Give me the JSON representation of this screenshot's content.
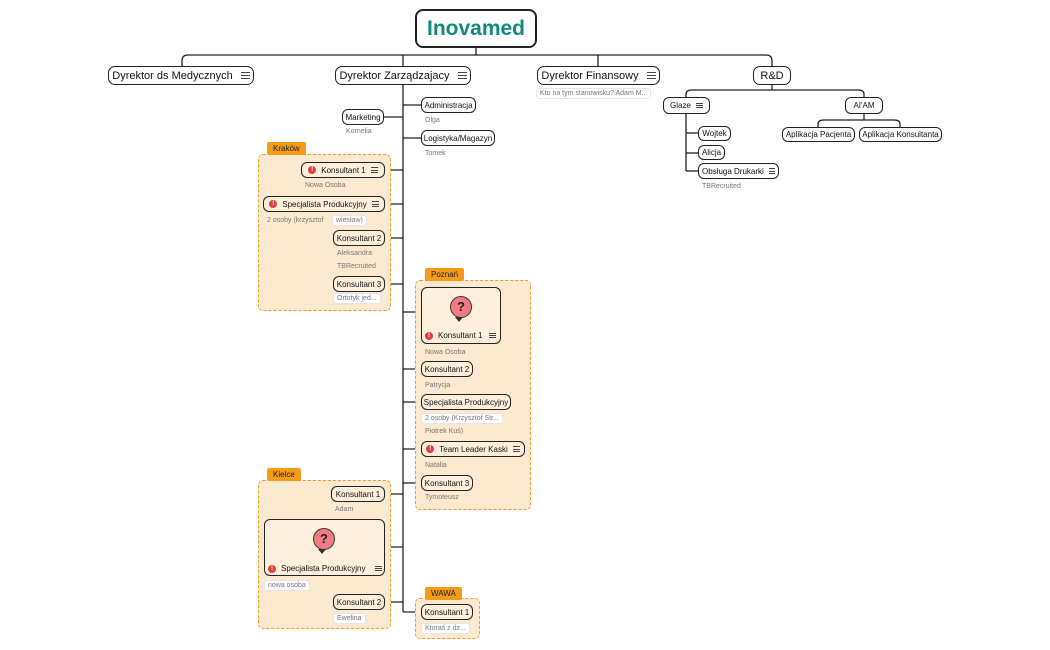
{
  "root": {
    "title": "Inovamed"
  },
  "level1": [
    {
      "label": "Dyrektor ds Medycznych"
    },
    {
      "label": "Dyrektor Zarządzajacy"
    },
    {
      "label": "Dyrektor Finansowy",
      "note": "Kto na tym stanowisku? Adam M..."
    },
    {
      "label": "R&D"
    }
  ],
  "zarzadzajacy": {
    "marketing": {
      "label": "Marketing",
      "person": "Kornelia"
    },
    "administracja": {
      "label": "Administracja",
      "person": "Olga"
    },
    "logistyka": {
      "label": "Logistyka/Magazyn",
      "person": "Tomek"
    }
  },
  "krakow": {
    "tag": "Kraków",
    "k1": {
      "label": "Konsultant 1",
      "person": "Nowa Osoba"
    },
    "sp": {
      "label": "Specjalista Produkcyjny",
      "person1": "2 osoby (krzysztof",
      "person2": "wiesław)"
    },
    "k2": {
      "label": "Konsultant 2",
      "person1": "Aleksandra",
      "person2": "TBRecruited"
    },
    "k3": {
      "label": "Konsultant 3",
      "person": "Ortotyk jed..."
    }
  },
  "poznan": {
    "tag": "Poznań",
    "k1": {
      "label": "Konsultant 1",
      "person": "Nowa Osoba",
      "icon": "?"
    },
    "k2": {
      "label": "Konsultant 2",
      "person": "Patrycja"
    },
    "sp": {
      "label": "Specjalista Produkcyjny",
      "person1": "2 osoby (Krzysztof Str...",
      "person2": "Piotrek Kuś)"
    },
    "tl": {
      "label": "Team Leader Kaski",
      "person": "Natalia"
    },
    "k3": {
      "label": "Konsultant 3",
      "person": "Tymoteusz"
    }
  },
  "kielce": {
    "tag": "Kielce",
    "k1": {
      "label": "Konsultant 1",
      "person": "Adam"
    },
    "sp": {
      "label": "Specjalista Produkcyjny",
      "person": "nowa osoba",
      "icon": "?"
    },
    "k2": {
      "label": "Konsultant 2",
      "person": "Ewelina"
    }
  },
  "wawa": {
    "tag": "WAWA",
    "k1": {
      "label": "Konsultant 1",
      "person": "Ktoraś z dz..."
    }
  },
  "rnd": {
    "glaze": {
      "label": "Glaze"
    },
    "wojtek": {
      "label": "Wojtek"
    },
    "alicja": {
      "label": "Alicja"
    },
    "druk": {
      "label": "Obsługa Drukarki",
      "person": "TBRecruited"
    },
    "aiam": {
      "label": "AI'AM"
    },
    "pacjent": {
      "label": "Aplikacja Pacjenta"
    },
    "konsultant": {
      "label": "Aplikacja Konsultanta"
    }
  },
  "colors": {
    "root_text": "#13897a",
    "group_fill": "#fde9cf",
    "group_border": "#f29a2e",
    "tag": "#f59b18",
    "warning": "#e0413c",
    "question": "#f07b80"
  }
}
